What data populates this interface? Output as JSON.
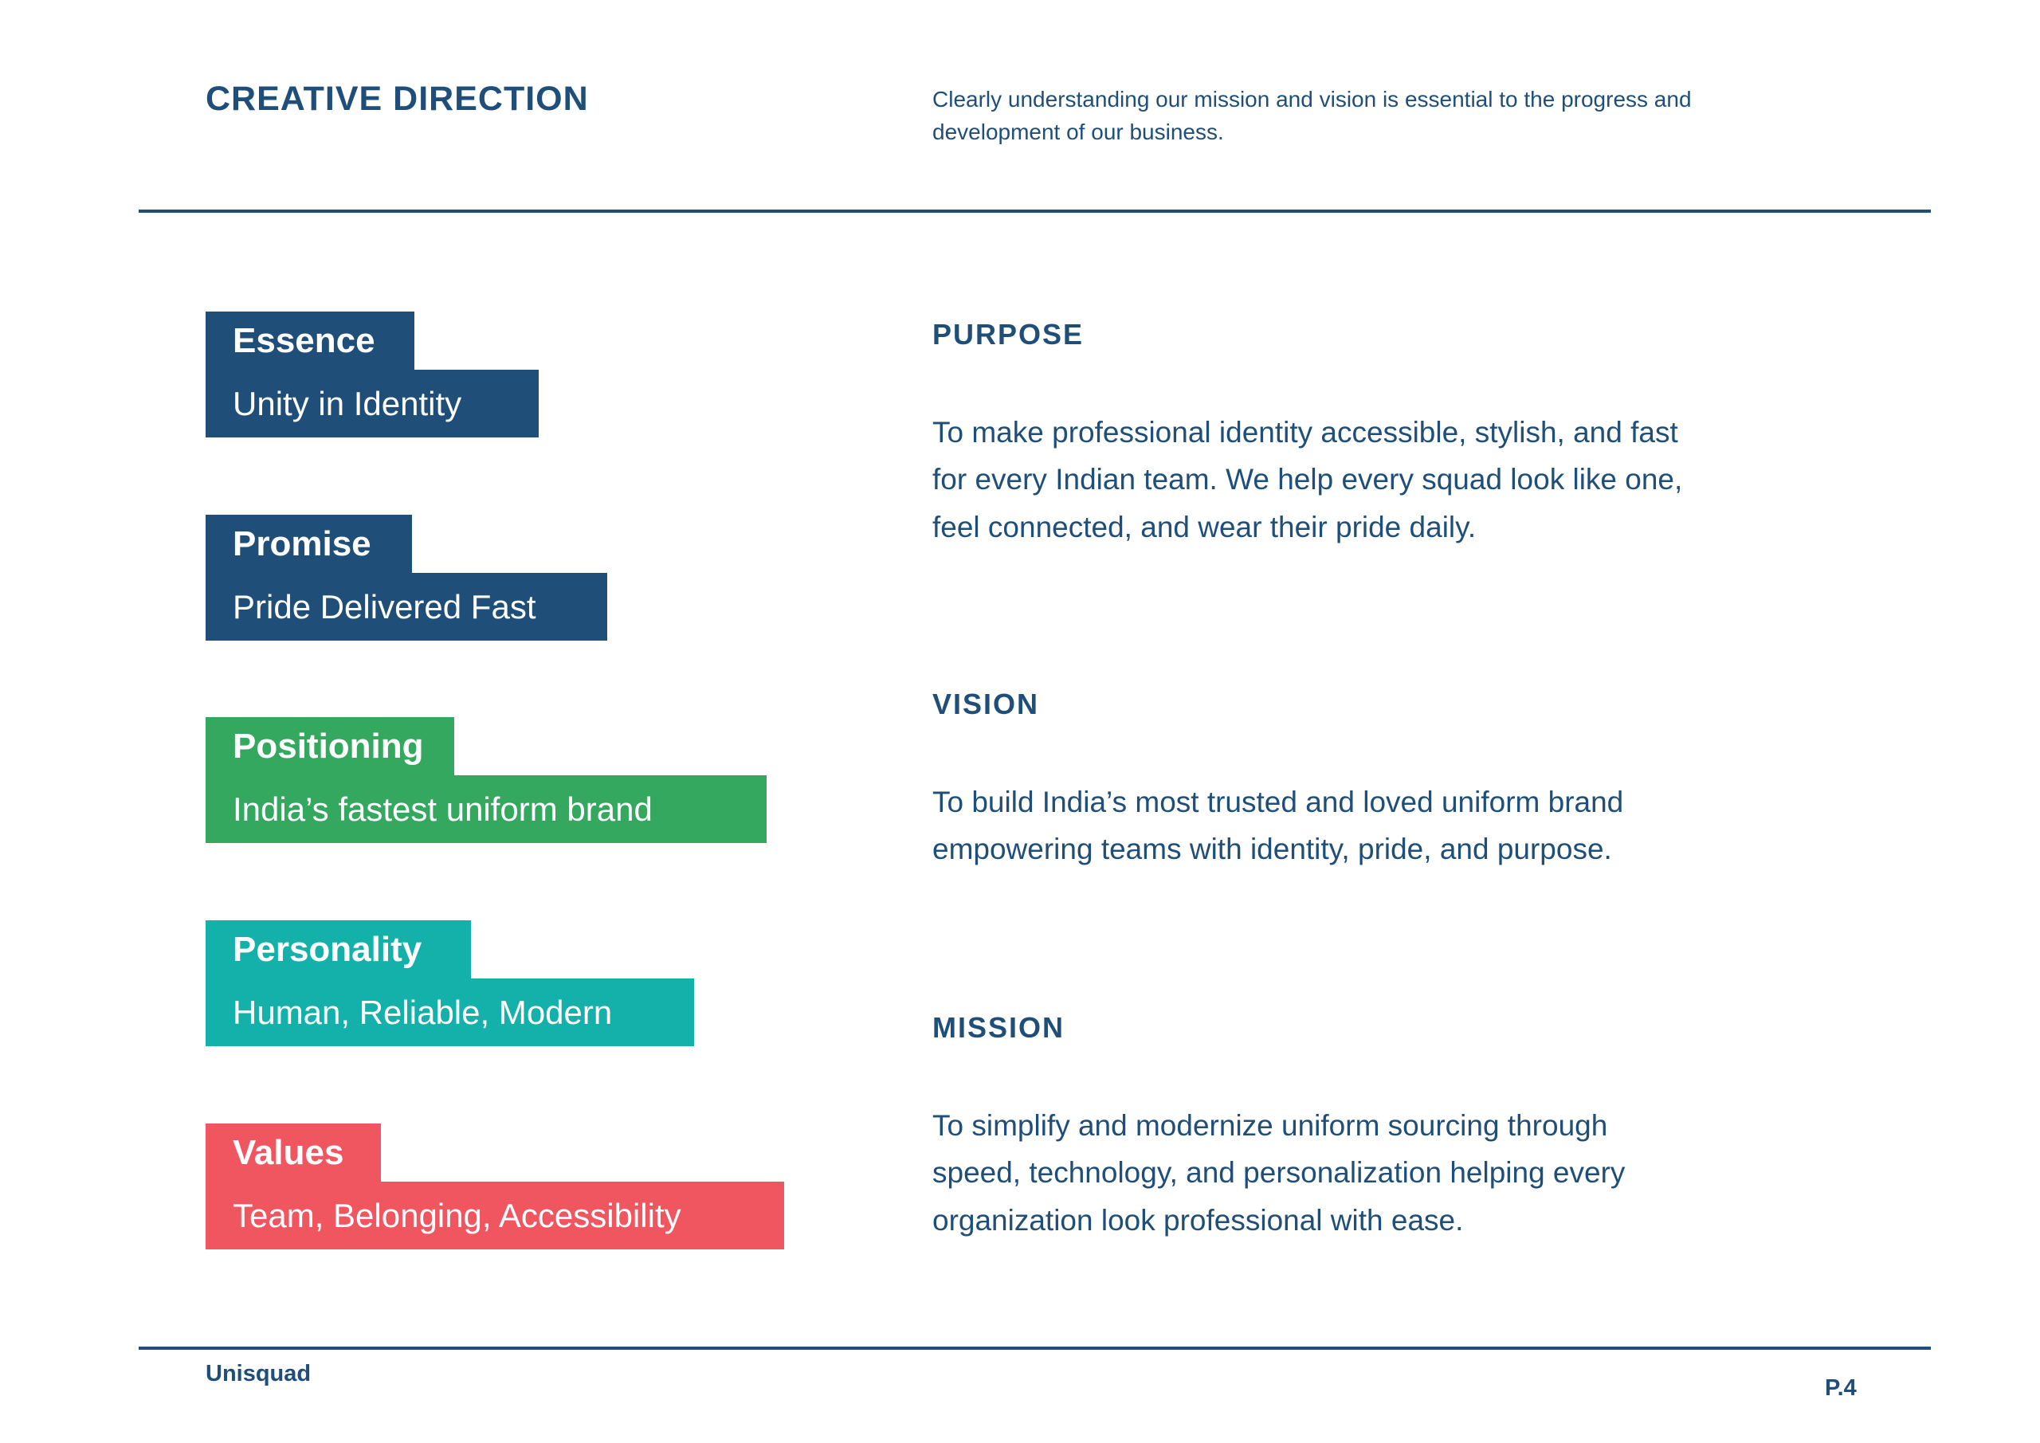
{
  "page": {
    "title": "CREATIVE DIRECTION",
    "intro": "Clearly understanding our mission and vision is essential to the progress and\ndevelopment of our business.",
    "footer": {
      "brand": "Unisquad",
      "page_number": "P.4"
    }
  },
  "colors": {
    "navy": "#1F4E79",
    "green": "#35A860",
    "teal": "#14B1AB",
    "coral": "#F0565F",
    "badge_text": "#FFFFFF",
    "background": "#FFFFFF"
  },
  "badges": [
    {
      "label": "Essence",
      "value": "Unity in Identity",
      "color": "#1F4E79"
    },
    {
      "label": "Promise",
      "value": "Pride Delivered Fast",
      "color": "#1F4E79"
    },
    {
      "label": "Positioning",
      "value": "India’s fastest uniform brand",
      "color": "#35A860"
    },
    {
      "label": "Personality",
      "value": "Human, Reliable, Modern",
      "color": "#14B1AB"
    },
    {
      "label": "Values",
      "value": "Team, Belonging, Accessibility",
      "color": "#F0565F"
    }
  ],
  "sections": [
    {
      "heading": "PURPOSE",
      "body": "To make professional identity accessible, stylish, and fast\nfor every Indian team. We help every squad look like one,\nfeel connected, and wear their pride daily."
    },
    {
      "heading": "VISION",
      "body": "To build India’s most trusted and loved uniform brand\nempowering teams with identity, pride, and purpose."
    },
    {
      "heading": "MISSION",
      "body": "To simplify and modernize uniform sourcing through\nspeed, technology, and personalization helping every\norganization look professional with ease."
    }
  ]
}
